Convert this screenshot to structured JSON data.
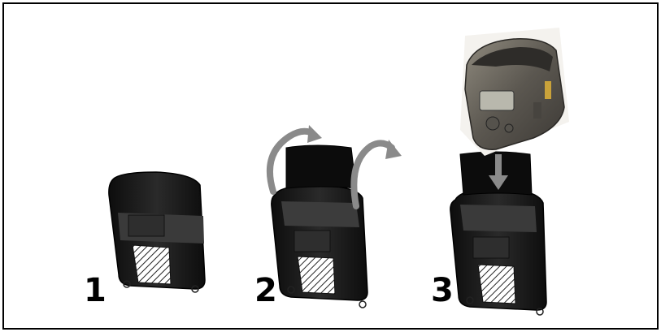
{
  "steps": [
    {
      "number": "1"
    },
    {
      "number": "2"
    },
    {
      "number": "3"
    }
  ]
}
